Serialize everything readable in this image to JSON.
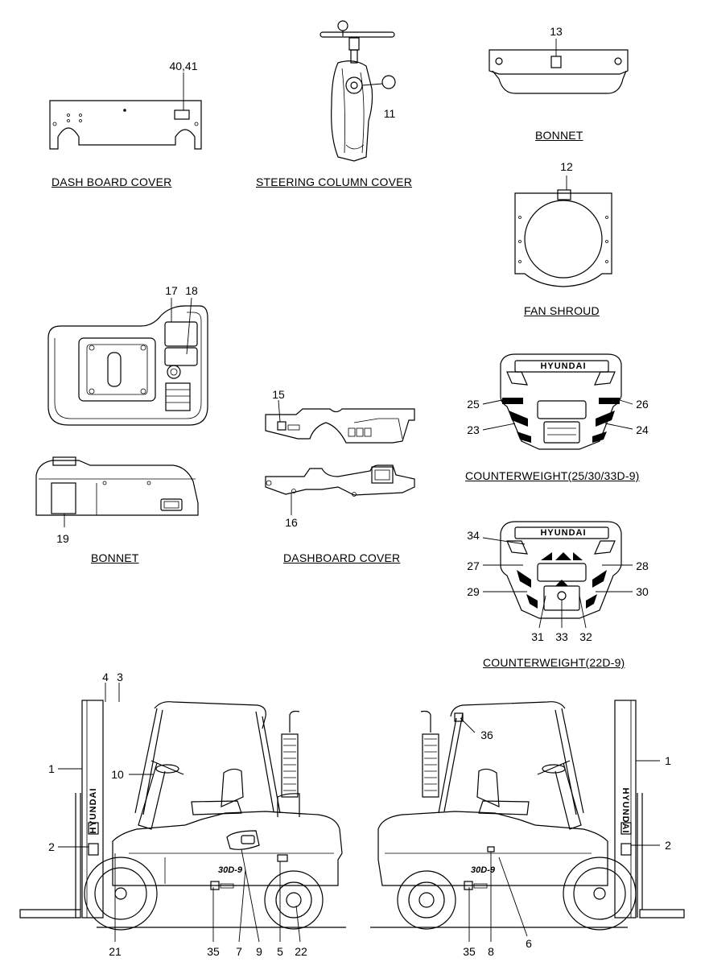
{
  "captions": {
    "dash_board_cover": "DASH BOARD COVER",
    "steering_column_cover": "STEERING COLUMN COVER",
    "bonnet_top": "BONNET",
    "fan_shroud": "FAN SHROUD",
    "bonnet_left": "BONNET",
    "dashboard_cover": "DASHBOARD COVER",
    "counterweight_1": "COUNTERWEIGHT(25/30/33D-9)",
    "counterweight_2": "COUNTERWEIGHT(22D-9)"
  },
  "callouts": {
    "c40_41": "40,41",
    "c11": "11",
    "c13": "13",
    "c12": "12",
    "c17": "17",
    "c18": "18",
    "c15": "15",
    "c16": "16",
    "c19": "19",
    "c25": "25",
    "c26": "26",
    "c23": "23",
    "c24": "24",
    "c34": "34",
    "c27": "27",
    "c28": "28",
    "c29": "29",
    "c30": "30",
    "c31": "31",
    "c33": "33",
    "c32": "32",
    "c4": "4",
    "c3": "3",
    "c1_left": "1",
    "c10": "10",
    "c2_left": "2",
    "c21": "21",
    "c35_left": "35",
    "c7": "7",
    "c9": "9",
    "c5": "5",
    "c22": "22",
    "c36": "36",
    "c1_right": "1",
    "c2_right": "2",
    "c35_right": "35",
    "c8": "8",
    "c6": "6"
  },
  "decals": {
    "brand": "HYUNDAI",
    "model": "30D-9"
  }
}
